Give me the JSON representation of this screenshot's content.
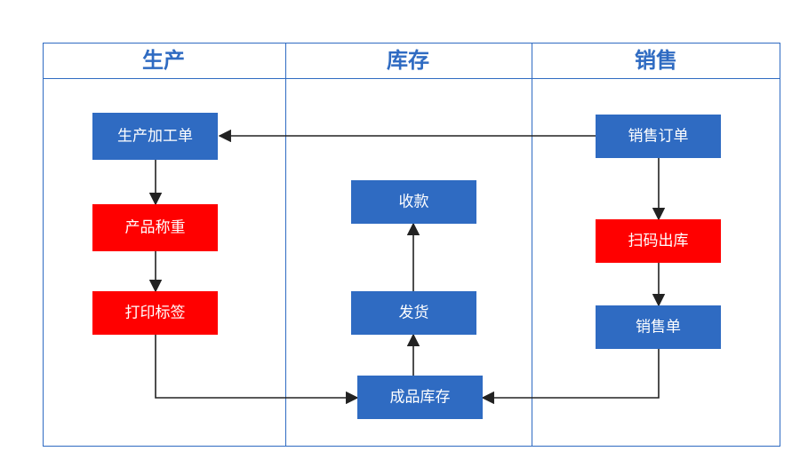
{
  "colors": {
    "border": "#2f6bc2",
    "lane_title": "#2f6bc2",
    "process_blue": "#2f6bc2",
    "process_red": "#ff0000",
    "arrow": "#222222"
  },
  "lanes": {
    "production": {
      "title": "生产"
    },
    "inventory": {
      "title": "库存"
    },
    "sales": {
      "title": "销售"
    }
  },
  "nodes": {
    "production_order": {
      "label": "生产加工单",
      "color": "#2f6bc2"
    },
    "product_weighing": {
      "label": "产品称重",
      "color": "#ff0000"
    },
    "print_label": {
      "label": "打印标签",
      "color": "#ff0000"
    },
    "payment": {
      "label": "收款",
      "color": "#2f6bc2"
    },
    "shipping": {
      "label": "发货",
      "color": "#2f6bc2"
    },
    "finished_stock": {
      "label": "成品库存",
      "color": "#2f6bc2"
    },
    "sales_order": {
      "label": "销售订单",
      "color": "#2f6bc2"
    },
    "scan_outbound": {
      "label": "扫码出库",
      "color": "#ff0000"
    },
    "sales_slip": {
      "label": "销售单",
      "color": "#2f6bc2"
    }
  }
}
